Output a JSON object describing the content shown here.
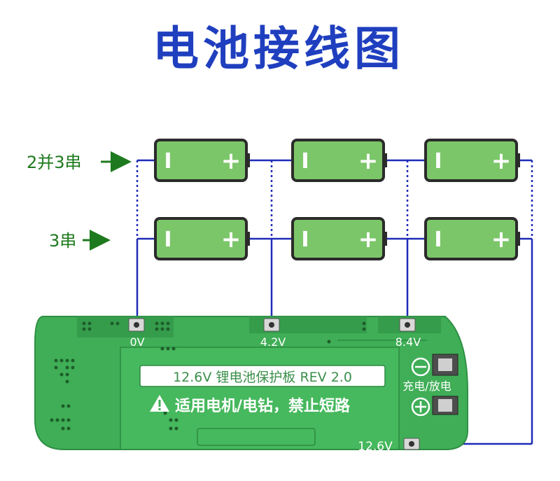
{
  "title": "电池接线图",
  "rows": [
    {
      "label": "2并3串"
    },
    {
      "label": "3串"
    }
  ],
  "battery": {
    "neg_symbol": "I",
    "pos_symbol": "+"
  },
  "board": {
    "pads": [
      "0V",
      "4.2V",
      "8.4V",
      "12.6V"
    ],
    "title_text": "12.6V 锂电池保护板 REV 2.0",
    "warning_text": "适用电机/电钻，禁止短路",
    "charge_label": "充电/放电",
    "minus_symbol": "−",
    "plus_symbol": "+"
  },
  "colors": {
    "title": "#1f3fbf",
    "label": "#1e7a1e",
    "wire": "#1f2bb8",
    "battery_fill": "#7cc66a",
    "battery_stroke": "#2b2b2b",
    "pcb": "#3fae56",
    "pcb_dark": "#2f8f45"
  }
}
